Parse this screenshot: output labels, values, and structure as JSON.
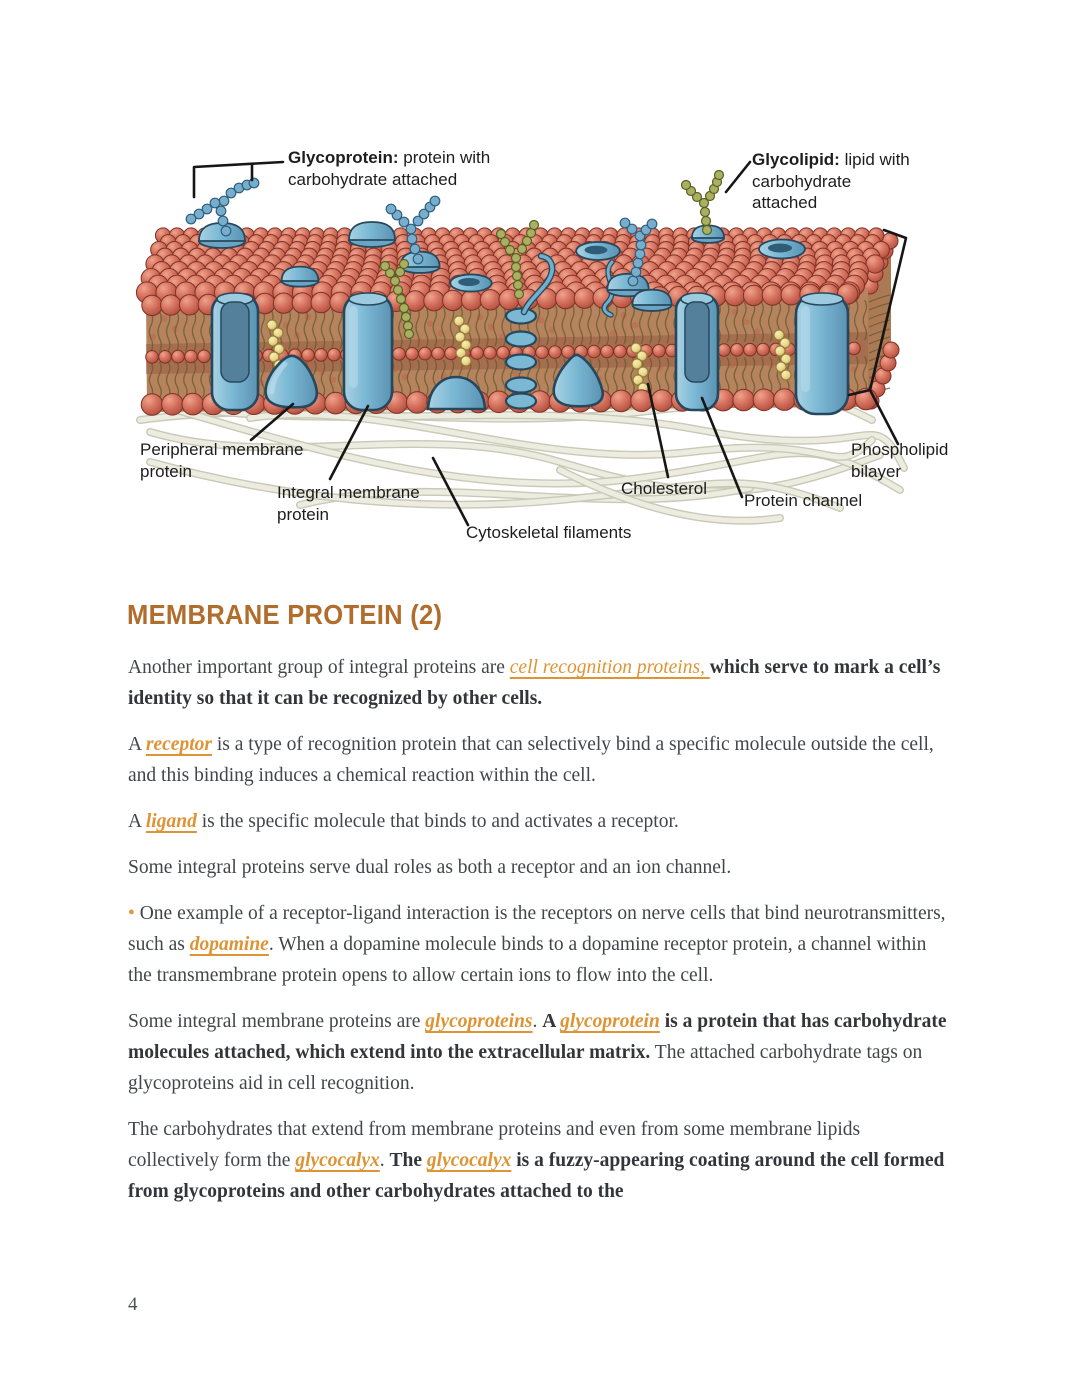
{
  "heading": "MEMBRANE PROTEIN (2)",
  "accent_color": "#b06d2b",
  "link_color": "#de9434",
  "page_number": "4",
  "figure": {
    "labels": {
      "glycoprotein": {
        "bold": "Glycoprotein:",
        "text": " protein with\ncarbohydrate attached"
      },
      "glycolipid": {
        "bold": "Glycolipid:",
        "text": " lipid with\ncarbohydrate\nattached"
      },
      "peripheral": {
        "text": "Peripheral membrane\nprotein"
      },
      "integral": {
        "text": "Integral membrane\nprotein"
      },
      "cytoskeletal": {
        "text": "Cytoskeletal filaments"
      },
      "cholesterol": {
        "text": "Cholesterol"
      },
      "protein_channel": {
        "text": "Protein channel"
      },
      "phospholipid": {
        "text": "Phospholipid\nbilayer"
      }
    },
    "palette": {
      "lipid_head": "#d4705e",
      "lipid_head_outline": "#7e3226",
      "lipid_tail": "#6e5a2e",
      "membrane_face": "#b5845f",
      "membrane_face_dark": "#96573f",
      "side_face": "#ab7a55",
      "protein_blue": "#7ab8d4",
      "protein_light": "#a9d2e4",
      "protein_mid": "#55809c",
      "protein_outline": "#27485c",
      "cholesterol_yellow": "#ecd98e",
      "glycolipid_olive": "#a9b061",
      "glycolipid_olive_dark": "#5a6024",
      "glycoprotein_blue": "#78aecb",
      "glycoprotein_blue_dark": "#2e5f7f",
      "filament_light": "#ecece0",
      "filament_dark": "#c9c9b7",
      "pointer_black": "#161616"
    }
  },
  "paragraphs": [
    {
      "runs": [
        {
          "t": "Another important group of integral proteins are "
        },
        {
          "t": "cell recognition proteins, ",
          "s": "link-plain"
        },
        {
          "t": " which serve to mark a cell’s identity so that it can be recognized by other cells.",
          "s": "b"
        }
      ]
    },
    {
      "runs": [
        {
          "t": "A "
        },
        {
          "t": "receptor",
          "s": "link"
        },
        {
          "t": " is a type of recognition protein that can selectively bind a specific molecule outside the cell, and this binding induces a chemical reaction within the cell."
        }
      ]
    },
    {
      "runs": [
        {
          "t": "A "
        },
        {
          "t": "ligand",
          "s": "link"
        },
        {
          "t": " is the specific molecule that binds to and activates a receptor."
        }
      ]
    },
    {
      "runs": [
        {
          "t": "Some integral proteins serve dual roles as both a receptor and an ion channel."
        }
      ]
    },
    {
      "runs": [
        {
          "t": "• ",
          "s": "bullet"
        },
        {
          "t": "One example of a receptor-ligand interaction is the receptors on nerve cells that bind neurotransmitters, such as "
        },
        {
          "t": "dopamine",
          "s": "link"
        },
        {
          "t": ". When a dopamine molecule binds to a dopamine receptor protein, a channel within the transmembrane protein opens to allow certain ions to flow into the cell."
        }
      ]
    },
    {
      "runs": [
        {
          "t": "Some integral membrane proteins are "
        },
        {
          "t": "glycoproteins",
          "s": "link"
        },
        {
          "t": ". "
        },
        {
          "t": "A ",
          "s": "b"
        },
        {
          "t": "glycoprotein",
          "s": "link"
        },
        {
          "t": " is a protein that has carbohydrate molecules attached, which extend into the extracellular matrix.",
          "s": "b"
        },
        {
          "t": " The attached carbohydrate tags on glycoproteins aid in cell recognition."
        }
      ]
    },
    {
      "runs": [
        {
          "t": "The carbohydrates that extend from membrane proteins and even from some membrane lipids collectively form the "
        },
        {
          "t": "glycocalyx",
          "s": "link"
        },
        {
          "t": ". "
        },
        {
          "t": "The ",
          "s": "b"
        },
        {
          "t": "glycocalyx",
          "s": "link"
        },
        {
          "t": " is a fuzzy-appearing coating around the cell formed from glycoproteins and other carbohydrates attached to the",
          "s": "b"
        }
      ]
    }
  ]
}
